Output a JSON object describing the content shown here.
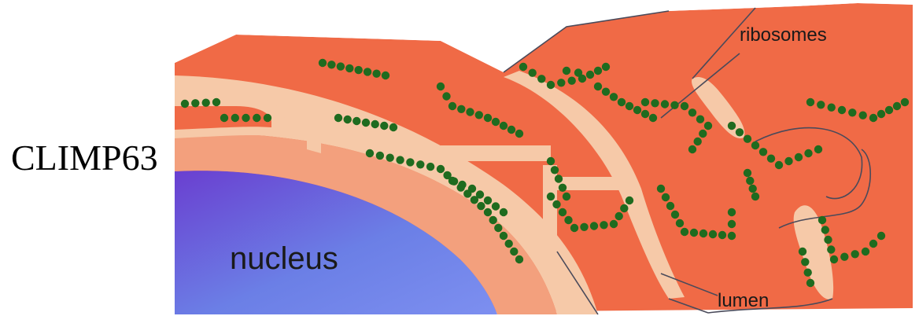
{
  "figure": {
    "side_label": "CLIMP63",
    "labels": {
      "nucleus": "nucleus",
      "ribosomes": "ribosomes",
      "lumen": "lumen"
    }
  },
  "colors": {
    "cytoplasm": "#f06a46",
    "er_membrane_lumen": "#f6c9a8",
    "nucleus_light": "#6b7fe6",
    "nucleus_dark": "#6a3fd0",
    "ribosome": "#1f6b1f",
    "outline": "#4a4a5a"
  }
}
